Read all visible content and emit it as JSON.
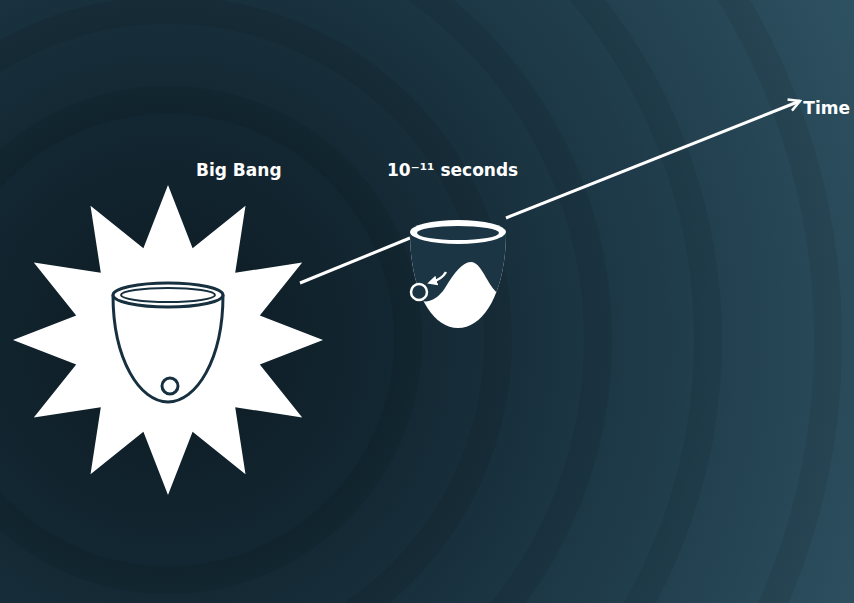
{
  "diagram": {
    "labels": [
      "Big Bang",
      "10⁻¹¹ seconds",
      "Time"
    ]
  }
}
